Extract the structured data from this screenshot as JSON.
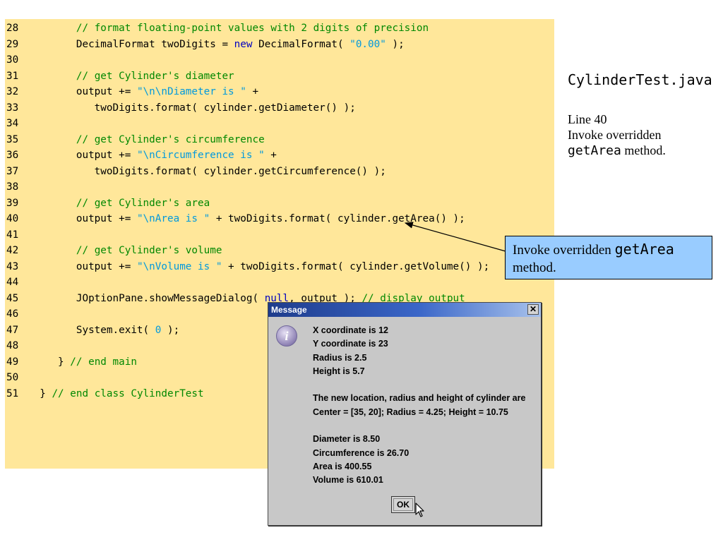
{
  "code": {
    "lines": [
      {
        "num": "28",
        "segs": [
          {
            "t": "        ",
            "c": ""
          },
          {
            "t": "// format floating-point values with 2 digits of precision",
            "c": "cm"
          }
        ]
      },
      {
        "num": "29",
        "segs": [
          {
            "t": "        DecimalFormat twoDigits = ",
            "c": ""
          },
          {
            "t": "new",
            "c": "kw"
          },
          {
            "t": " DecimalFormat( ",
            "c": ""
          },
          {
            "t": "\"0.00\"",
            "c": "st"
          },
          {
            "t": " );",
            "c": ""
          }
        ]
      },
      {
        "num": "30",
        "segs": []
      },
      {
        "num": "31",
        "segs": [
          {
            "t": "        ",
            "c": ""
          },
          {
            "t": "// get Cylinder's diameter",
            "c": "cm"
          }
        ]
      },
      {
        "num": "32",
        "segs": [
          {
            "t": "        output += ",
            "c": ""
          },
          {
            "t": "\"\\n\\nDiameter is \"",
            "c": "st"
          },
          {
            "t": " +",
            "c": ""
          }
        ]
      },
      {
        "num": "33",
        "segs": [
          {
            "t": "           twoDigits.format( cylinder.getDiameter() );",
            "c": ""
          }
        ]
      },
      {
        "num": "34",
        "segs": []
      },
      {
        "num": "35",
        "segs": [
          {
            "t": "        ",
            "c": ""
          },
          {
            "t": "// get Cylinder's circumference",
            "c": "cm"
          }
        ]
      },
      {
        "num": "36",
        "segs": [
          {
            "t": "        output += ",
            "c": ""
          },
          {
            "t": "\"\\nCircumference is \"",
            "c": "st"
          },
          {
            "t": " +",
            "c": ""
          }
        ]
      },
      {
        "num": "37",
        "segs": [
          {
            "t": "           twoDigits.format( cylinder.getCircumference() );",
            "c": ""
          }
        ]
      },
      {
        "num": "38",
        "segs": []
      },
      {
        "num": "39",
        "segs": [
          {
            "t": "        ",
            "c": ""
          },
          {
            "t": "// get Cylinder's area",
            "c": "cm"
          }
        ]
      },
      {
        "num": "40",
        "segs": [
          {
            "t": "        output += ",
            "c": ""
          },
          {
            "t": "\"\\nArea is \"",
            "c": "st"
          },
          {
            "t": " + twoDigits.format( cylinder.getArea() );",
            "c": ""
          }
        ]
      },
      {
        "num": "41",
        "segs": []
      },
      {
        "num": "42",
        "segs": [
          {
            "t": "        ",
            "c": ""
          },
          {
            "t": "// get Cylinder's volume",
            "c": "cm"
          }
        ]
      },
      {
        "num": "43",
        "segs": [
          {
            "t": "        output += ",
            "c": ""
          },
          {
            "t": "\"\\nVolume is \"",
            "c": "st"
          },
          {
            "t": " + twoDigits.format( cylinder.getVolume() );",
            "c": ""
          }
        ]
      },
      {
        "num": "44",
        "segs": []
      },
      {
        "num": "45",
        "segs": [
          {
            "t": "        JOptionPane.showMessageDialog( ",
            "c": ""
          },
          {
            "t": "null",
            "c": "kw"
          },
          {
            "t": ", output ); ",
            "c": ""
          },
          {
            "t": "// display output",
            "c": "cm"
          }
        ]
      },
      {
        "num": "46",
        "segs": []
      },
      {
        "num": "47",
        "segs": [
          {
            "t": "        System.exit( ",
            "c": ""
          },
          {
            "t": "0",
            "c": "st"
          },
          {
            "t": " );",
            "c": ""
          }
        ]
      },
      {
        "num": "48",
        "segs": []
      },
      {
        "num": "49",
        "segs": [
          {
            "t": "     } ",
            "c": ""
          },
          {
            "t": "// end main",
            "c": "cm"
          }
        ]
      },
      {
        "num": "50",
        "segs": []
      },
      {
        "num": "51",
        "segs": [
          {
            "t": "  } ",
            "c": ""
          },
          {
            "t": "// end class CylinderTest",
            "c": "cm"
          }
        ]
      }
    ]
  },
  "side": {
    "filename": "CylinderTest.java",
    "line_ref": "Line 40",
    "desc_1": "Invoke overridden",
    "desc_method": "getArea",
    "desc_2": " method."
  },
  "callout": {
    "text_1": "Invoke overridden ",
    "method": "getArea",
    "text_2": "method."
  },
  "dialog": {
    "title": "Message",
    "close_label": "✕",
    "icon_glyph": "i",
    "lines": [
      "X coordinate is 12",
      "Y coordinate is 23",
      "Radius is 2.5",
      "Height is 5.7",
      "",
      "The new location, radius and height of cylinder are",
      "Center = [35, 20]; Radius = 4.25; Height = 10.75",
      "",
      "Diameter is 8.50",
      "Circumference is 26.70",
      "Area is 400.55",
      "Volume is 610.01"
    ],
    "ok_label": "OK"
  },
  "colors": {
    "code_bg": "#ffe79a",
    "comment": "#008800",
    "keyword": "#0000c0",
    "string": "#0099dd",
    "callout_bg": "#99ccff",
    "dialog_bg": "#c8c8c8",
    "titlebar": "#1e3c8c"
  }
}
